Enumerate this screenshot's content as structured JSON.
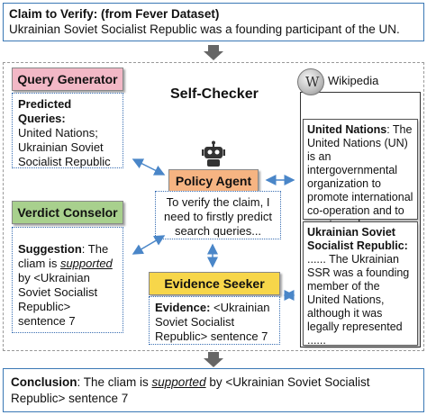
{
  "claim": {
    "title": "Claim to Verify: (from Fever Dataset)",
    "text": "Ukrainian Soviet Socialist Republic was a founding participant of the UN."
  },
  "self_checker": {
    "title": "Self-Checker"
  },
  "query_generator": {
    "label": "Query Generator",
    "color": "#f2b8c6",
    "heading": "Predicted Queries:",
    "queries": "United Nations; Ukrainian Soviet Socialist Republic"
  },
  "policy_agent": {
    "label": "Policy Agent",
    "color": "#f6b482",
    "message": "To verify the claim, I need to firstly predict search queries..."
  },
  "verdict_counselor": {
    "label": "Verdict Conselor",
    "color": "#a8d08d",
    "suggestion_label": "Suggestion",
    "text_before": ": The cliam is ",
    "emphasis": "supported",
    "text_after": " by <Ukrainian Soviet Socialist Republic> sentence 7"
  },
  "evidence_seeker": {
    "label": "Evidence Seeker",
    "color": "#f7d64a",
    "evidence_label": "Evidence:",
    "evidence_text": " <Ukrainian Soviet Socialist Republic> sentence 7"
  },
  "wikipedia": {
    "label": "Wikipedia",
    "logo_glyph": "W",
    "entry1_title": "United Nations",
    "entry1_text": ": The United Nations (UN) is an intergovernmental organization to promote international co-operation and to create and ......",
    "entry2_title": "Ukrainian Soviet Socialist Republic:",
    "entry2_text": " ...... The Ukrainian SSR was a founding member of the United Nations, although it was legally represented ......"
  },
  "conclusion": {
    "label": "Conclusion",
    "text_before": ": The cliam is ",
    "emphasis": "supported",
    "text_after": " by <Ukrainian Soviet Socialist Republic> sentence 7"
  },
  "colors": {
    "box_border": "#3a78b5",
    "arrow": "#4a86c8",
    "frame": "#999999"
  }
}
